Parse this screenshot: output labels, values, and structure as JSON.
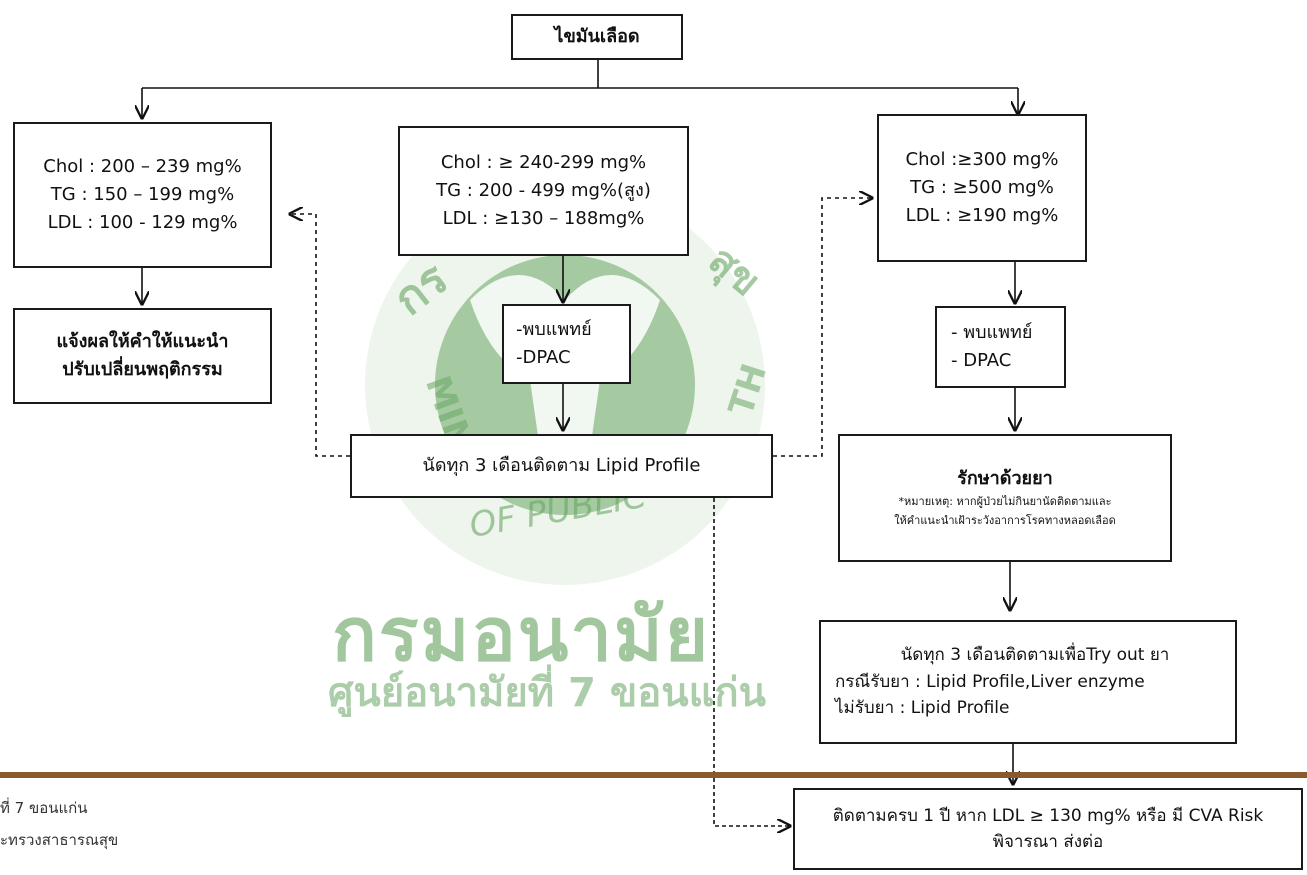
{
  "boxes": {
    "top": "ไขมันเลือด",
    "left": [
      "Chol : 200 – 239  mg%",
      "TG :  150 – 199 mg%",
      "LDL : 100 - 129 mg%"
    ],
    "left_action": [
      "แจ้งผลให้คำให้แนะนำ",
      "ปรับเปลี่ยนพฤติกรรม"
    ],
    "center": [
      "Chol : ≥ 240-299 mg%",
      "TG :  200 - 499 mg%(สูง)",
      "LDL : ≥130 – 188mg%"
    ],
    "center_action": [
      "-พบแพทย์",
      "-DPAC"
    ],
    "center_followup": "นัดทุก 3 เดือนติดตาม Lipid Profile",
    "right": [
      "Chol :≥300 mg%",
      "TG : ≥500 mg%",
      "LDL : ≥190 mg%"
    ],
    "right_action": [
      "- พบแพทย์",
      "- DPAC"
    ],
    "treat_title": "รักษาด้วยยา",
    "treat_note": [
      "*หมายเหตุ: หากผู้ป่วยไม่กินยานัดติดตามและ",
      "ให้คำแนะนำเฝ้าระวังอาการโรคทางหลอดเลือด"
    ],
    "tryout": [
      "นัดทุก 3 เดือนติดตามเพื่อTry out ยา",
      "กรณีรับยา : Lipid Profile,Liver enzyme",
      "ไม่รับยา : Lipid Profile"
    ],
    "final": [
      "ติดตามครบ 1 ปี หาก LDL ≥ 130 mg% หรือ มี CVA Risk",
      "พิจารณา ส่งต่อ"
    ]
  },
  "watermark": {
    "seal_ring_top": "กร",
    "seal_ring_top_right": "สุข",
    "seal_ring_left": "MIN",
    "seal_ring_right": "TH",
    "seal_ring_bottom": "OF PUBLIC",
    "title": "กรมอนามัย",
    "subtitle": "ศูนย์อนามัยที่ 7 ขอนแก่น"
  },
  "footer": {
    "line1": "ที่ 7 ขอนแก่น",
    "line2": "ะทรวงสาธารณสุข"
  },
  "colors": {
    "watermark_green": "#6aa664",
    "footer_bar": "#8a5a2e",
    "border": "#1a1a1a"
  }
}
